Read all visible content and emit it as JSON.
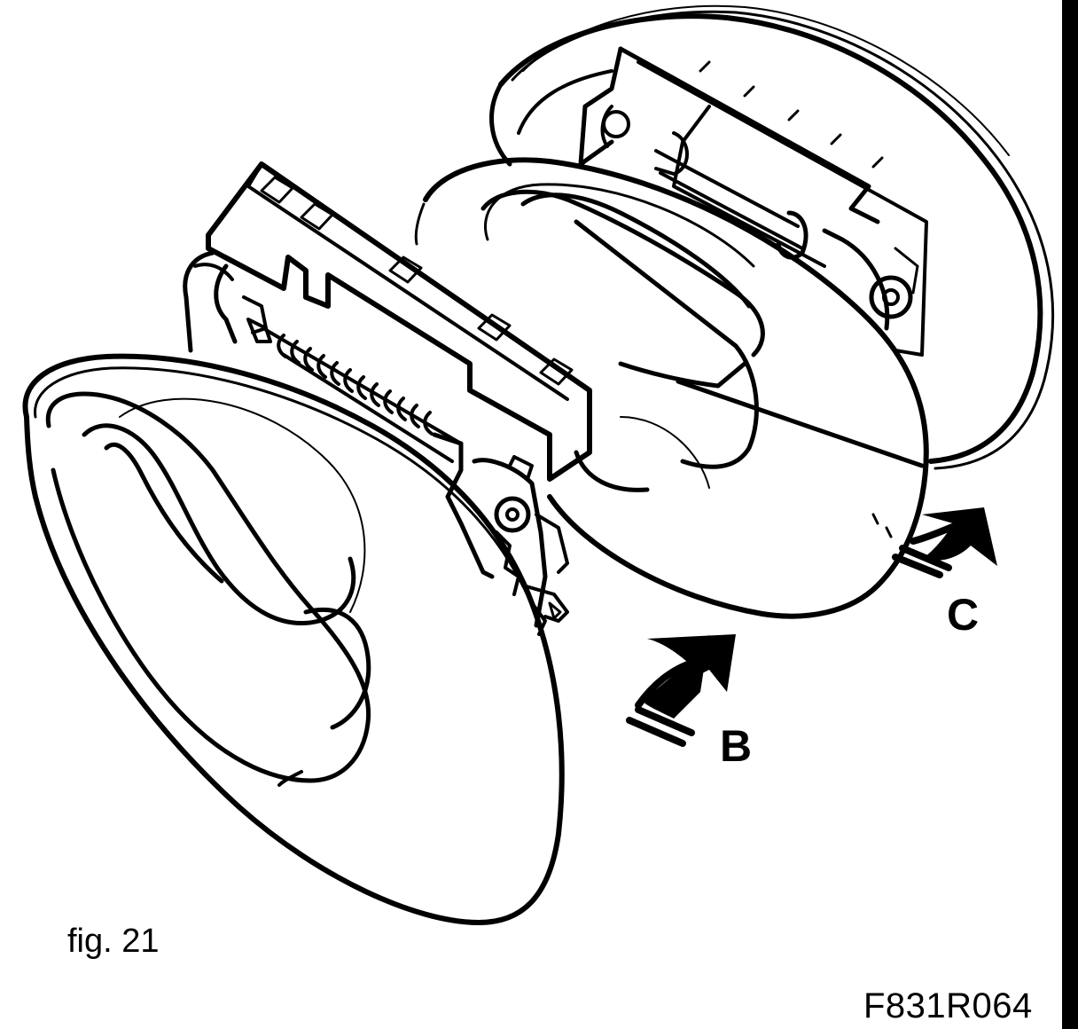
{
  "labels": {
    "arrow_b": "B",
    "arrow_c": "C"
  },
  "caption": "fig. 21",
  "reference_code": "F831R064",
  "colors": {
    "line": "#000000",
    "background": "#ffffff"
  }
}
